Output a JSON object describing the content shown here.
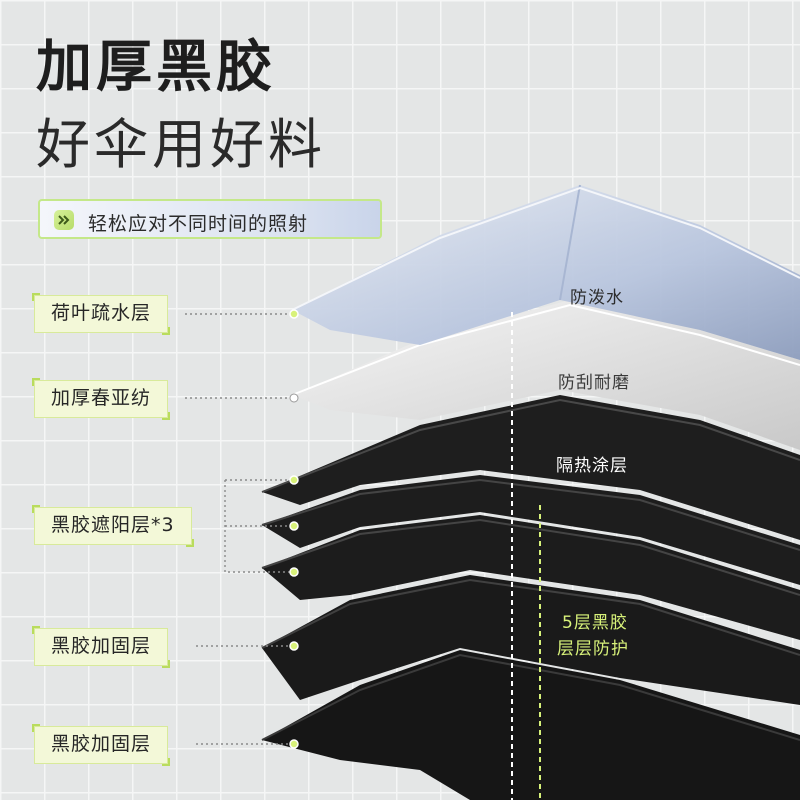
{
  "headline": {
    "line1": "加厚黑胶",
    "line2": "好伞用好料"
  },
  "banner": {
    "text": "轻松应对不同时间的照射",
    "icon": "double-chevron-right-icon"
  },
  "layer_labels": [
    {
      "text": "荷叶疏水层"
    },
    {
      "text": "加厚春亚纺"
    },
    {
      "text": "黑胶遮阳层*3"
    },
    {
      "text": "黑胶加固层"
    },
    {
      "text": "黑胶加固层"
    }
  ],
  "feature_labels": {
    "waterproof": "防泼水",
    "scratch": "防刮耐磨",
    "heat": "隔热涂层",
    "five_layers_line1": "5层黑胶",
    "five_layers_line2": "层层防护"
  },
  "colors": {
    "accent_green": "#c4e889",
    "top_layer": "#c6d0e4",
    "second_layer": "#e9e9e9",
    "black_layer": "#1c1c1c"
  }
}
